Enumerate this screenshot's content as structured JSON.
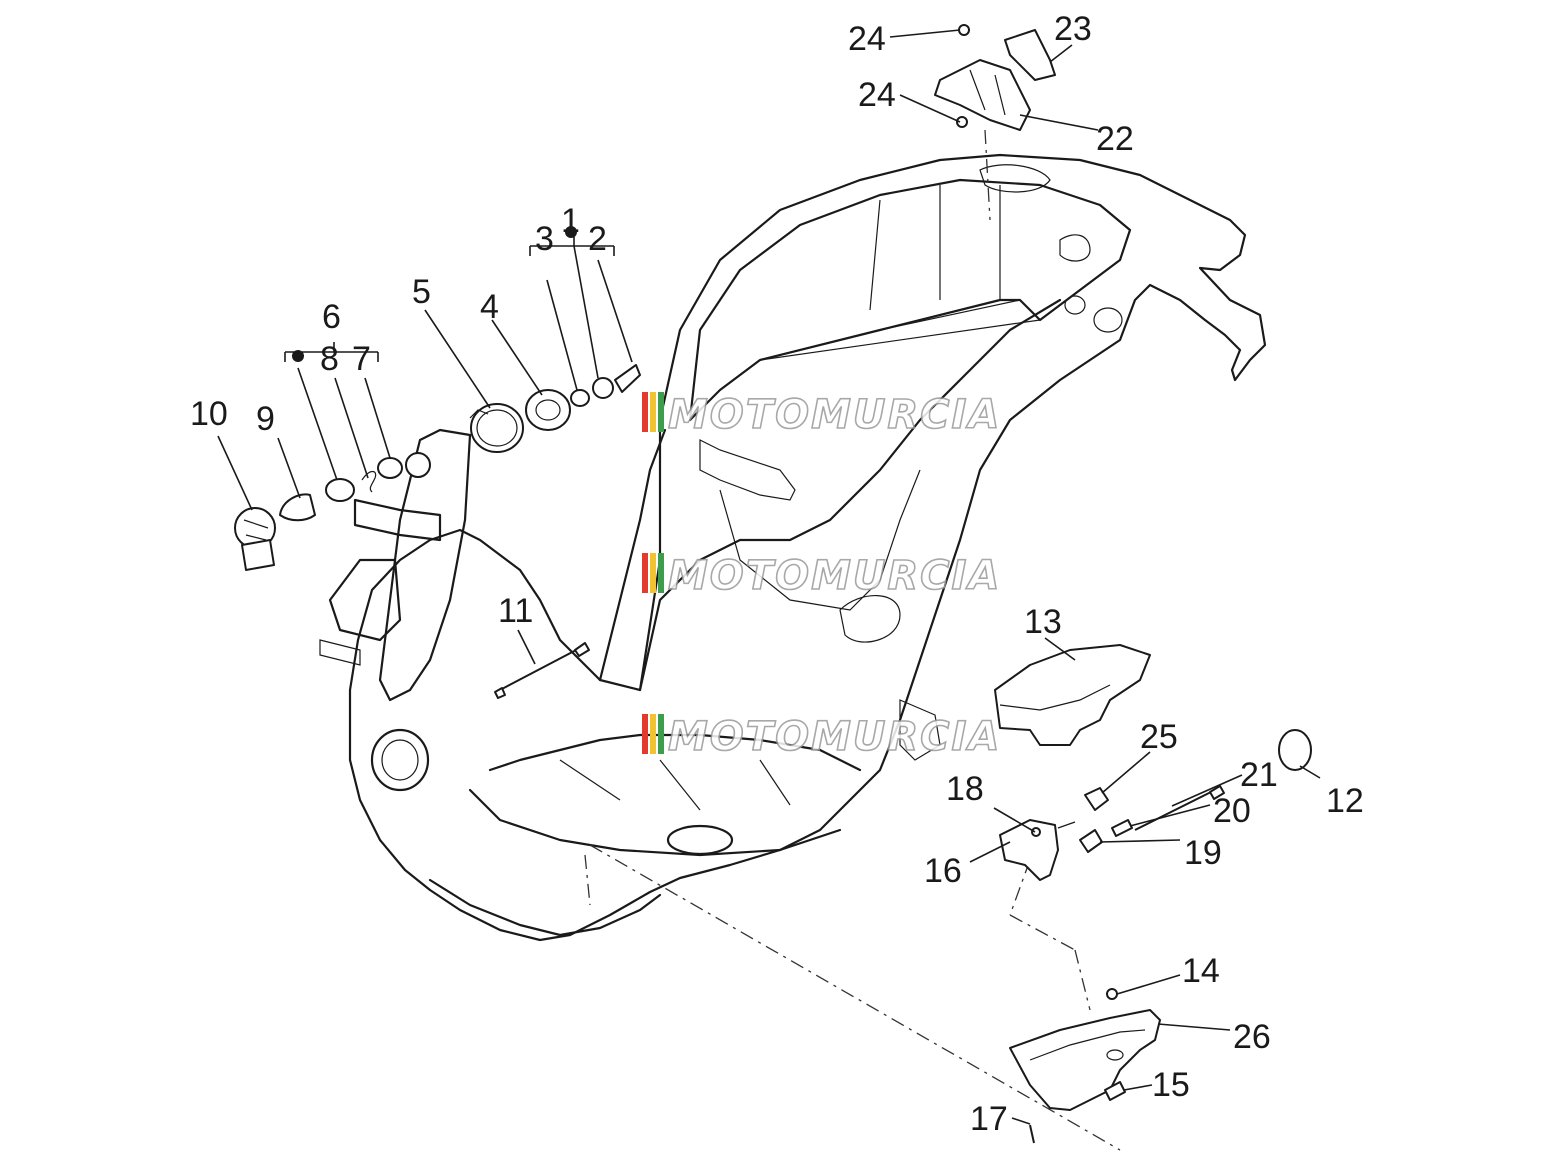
{
  "watermark": {
    "text": "MOTOMURCIA",
    "stripe_colors": [
      "#e23b2e",
      "#f1c232",
      "#3c9d4a"
    ]
  },
  "callouts": [
    {
      "id": "c1",
      "text": "1"
    },
    {
      "id": "c2",
      "text": "2"
    },
    {
      "id": "c3",
      "text": "3"
    },
    {
      "id": "c4",
      "text": "4"
    },
    {
      "id": "c5",
      "text": "5"
    },
    {
      "id": "c6",
      "text": "6"
    },
    {
      "id": "c7",
      "text": "7"
    },
    {
      "id": "c8",
      "text": "8"
    },
    {
      "id": "c9",
      "text": "9"
    },
    {
      "id": "c10",
      "text": "10"
    },
    {
      "id": "c11",
      "text": "11"
    },
    {
      "id": "c12",
      "text": "12"
    },
    {
      "id": "c13",
      "text": "13"
    },
    {
      "id": "c14",
      "text": "14"
    },
    {
      "id": "c15",
      "text": "15"
    },
    {
      "id": "c16",
      "text": "16"
    },
    {
      "id": "c17",
      "text": "17"
    },
    {
      "id": "c18",
      "text": "18"
    },
    {
      "id": "c19",
      "text": "19"
    },
    {
      "id": "c20",
      "text": "20"
    },
    {
      "id": "c21",
      "text": "21"
    },
    {
      "id": "c22",
      "text": "22"
    },
    {
      "id": "c23",
      "text": "23"
    },
    {
      "id": "c24a",
      "text": "24"
    },
    {
      "id": "c24b",
      "text": "24"
    },
    {
      "id": "c25",
      "text": "25"
    },
    {
      "id": "c26",
      "text": "26"
    }
  ]
}
